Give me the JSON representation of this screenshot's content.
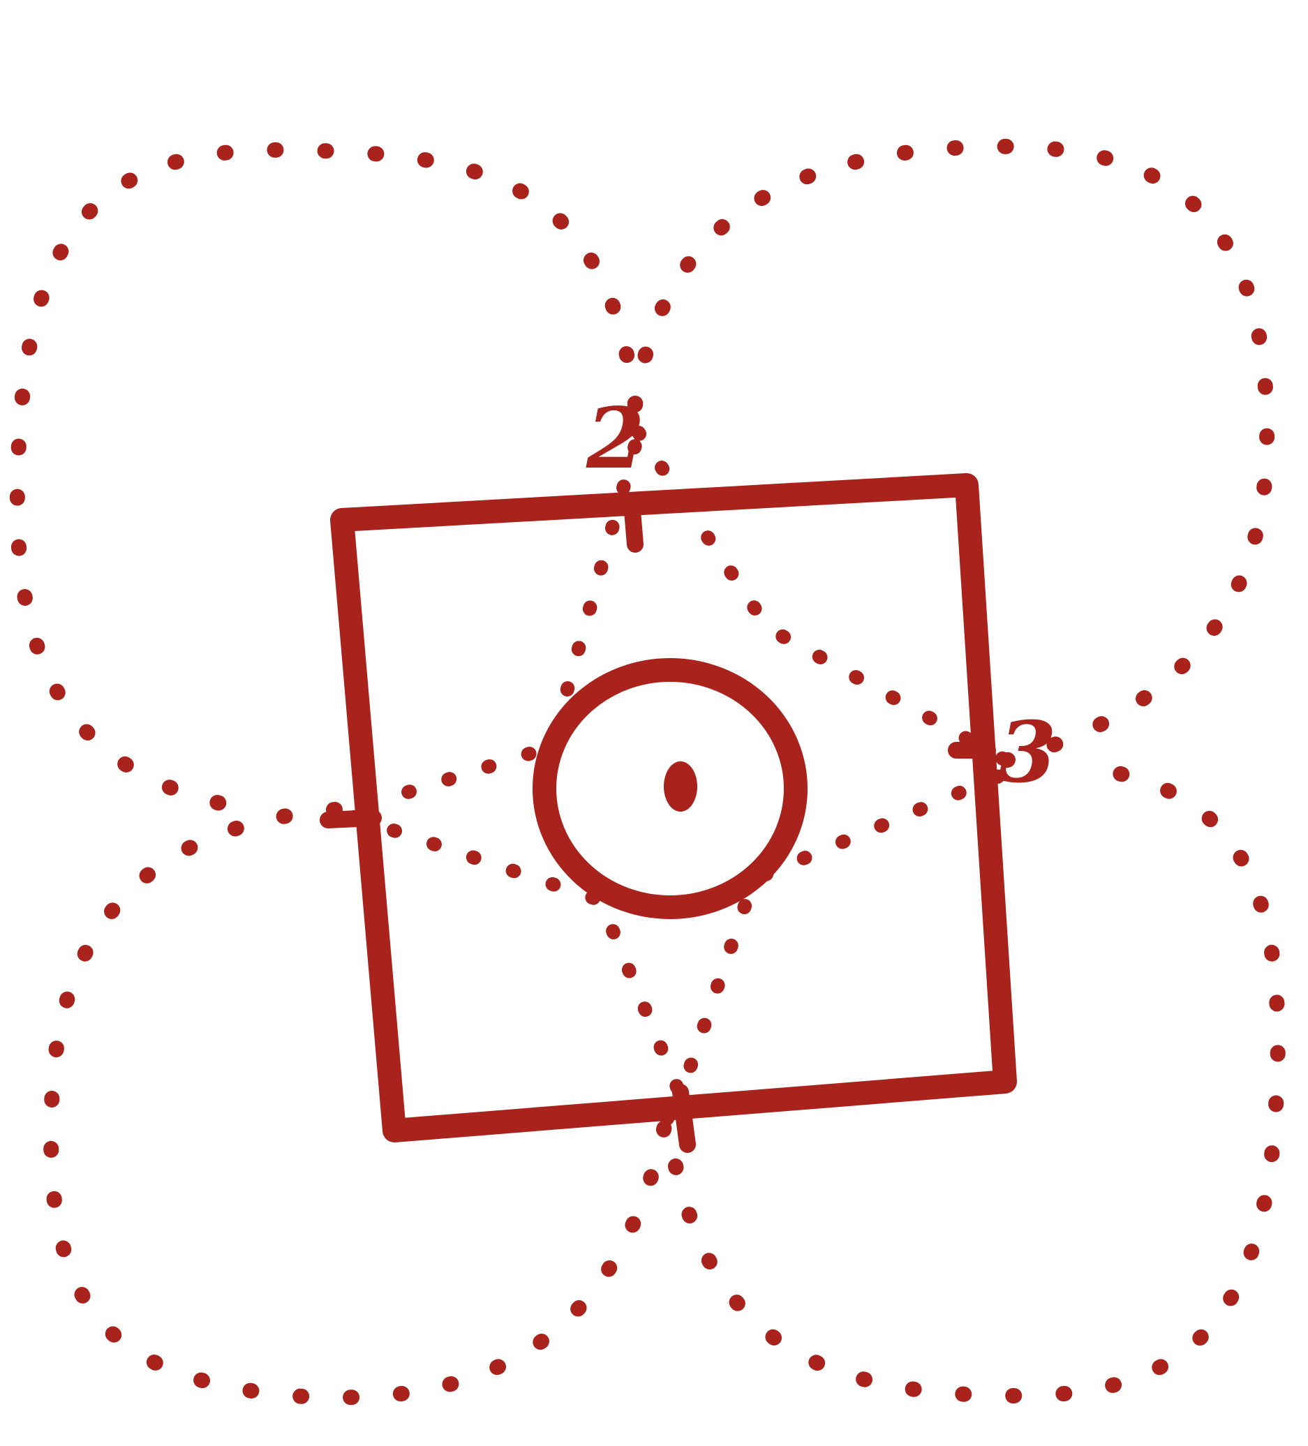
{
  "drawing": {
    "ink_color": "#A9221B",
    "background_color": "#FFFFFF",
    "elements": [
      {
        "name": "dotted-petal",
        "style": "dotted",
        "position": "top-left"
      },
      {
        "name": "dotted-petal",
        "style": "dotted",
        "position": "top-right"
      },
      {
        "name": "dotted-petal",
        "style": "dotted",
        "position": "bottom-left"
      },
      {
        "name": "dotted-petal",
        "style": "dotted",
        "position": "bottom-right"
      },
      {
        "name": "square",
        "style": "solid"
      },
      {
        "name": "dotted-diamond",
        "style": "dotted"
      },
      {
        "name": "circle",
        "style": "solid"
      },
      {
        "name": "center-dot",
        "style": "solid"
      }
    ],
    "labels": {
      "top": "2",
      "right": "3"
    }
  }
}
